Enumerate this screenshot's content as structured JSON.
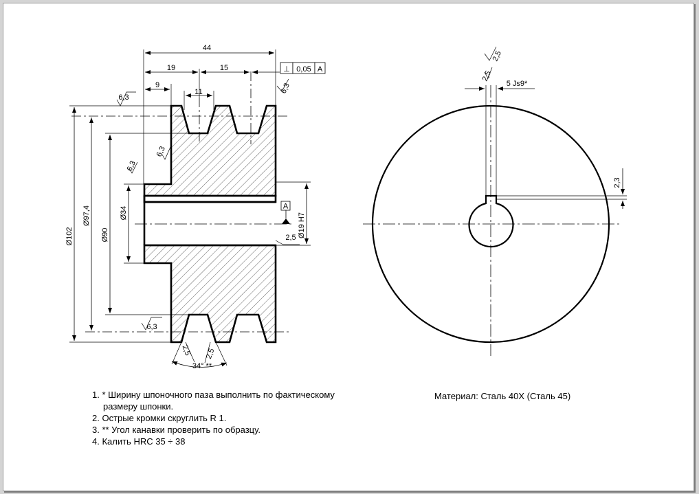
{
  "dims": {
    "overall_length": "44",
    "width_19": "19",
    "groove_pitch": "15",
    "offset_9": "9",
    "groove_top": "11",
    "d102": "Ø102",
    "d97": "Ø97,4",
    "d90": "Ø90",
    "d34": "Ø34",
    "bore": "Ø19 H7",
    "keyway_width": "5 Js9*",
    "keyway_depth": "2,3",
    "angle": "34° **",
    "val_2_5": "2,5",
    "rough": "6,3"
  },
  "tolerance": {
    "symbol": "⊥",
    "value": "0,05",
    "datum": "A"
  },
  "datum_label": "A",
  "notes": [
    "1. * Ширину шпоночного паза выполнить по фактическому",
    "    размеру шпонки.",
    "2. Острые кромки скруглить  R 1.",
    "3. ** Угол канавки проверить по образцу.",
    "4. Калить HRC 35 ÷ 38"
  ],
  "material": "Материал: Сталь 40Х (Сталь 45)"
}
